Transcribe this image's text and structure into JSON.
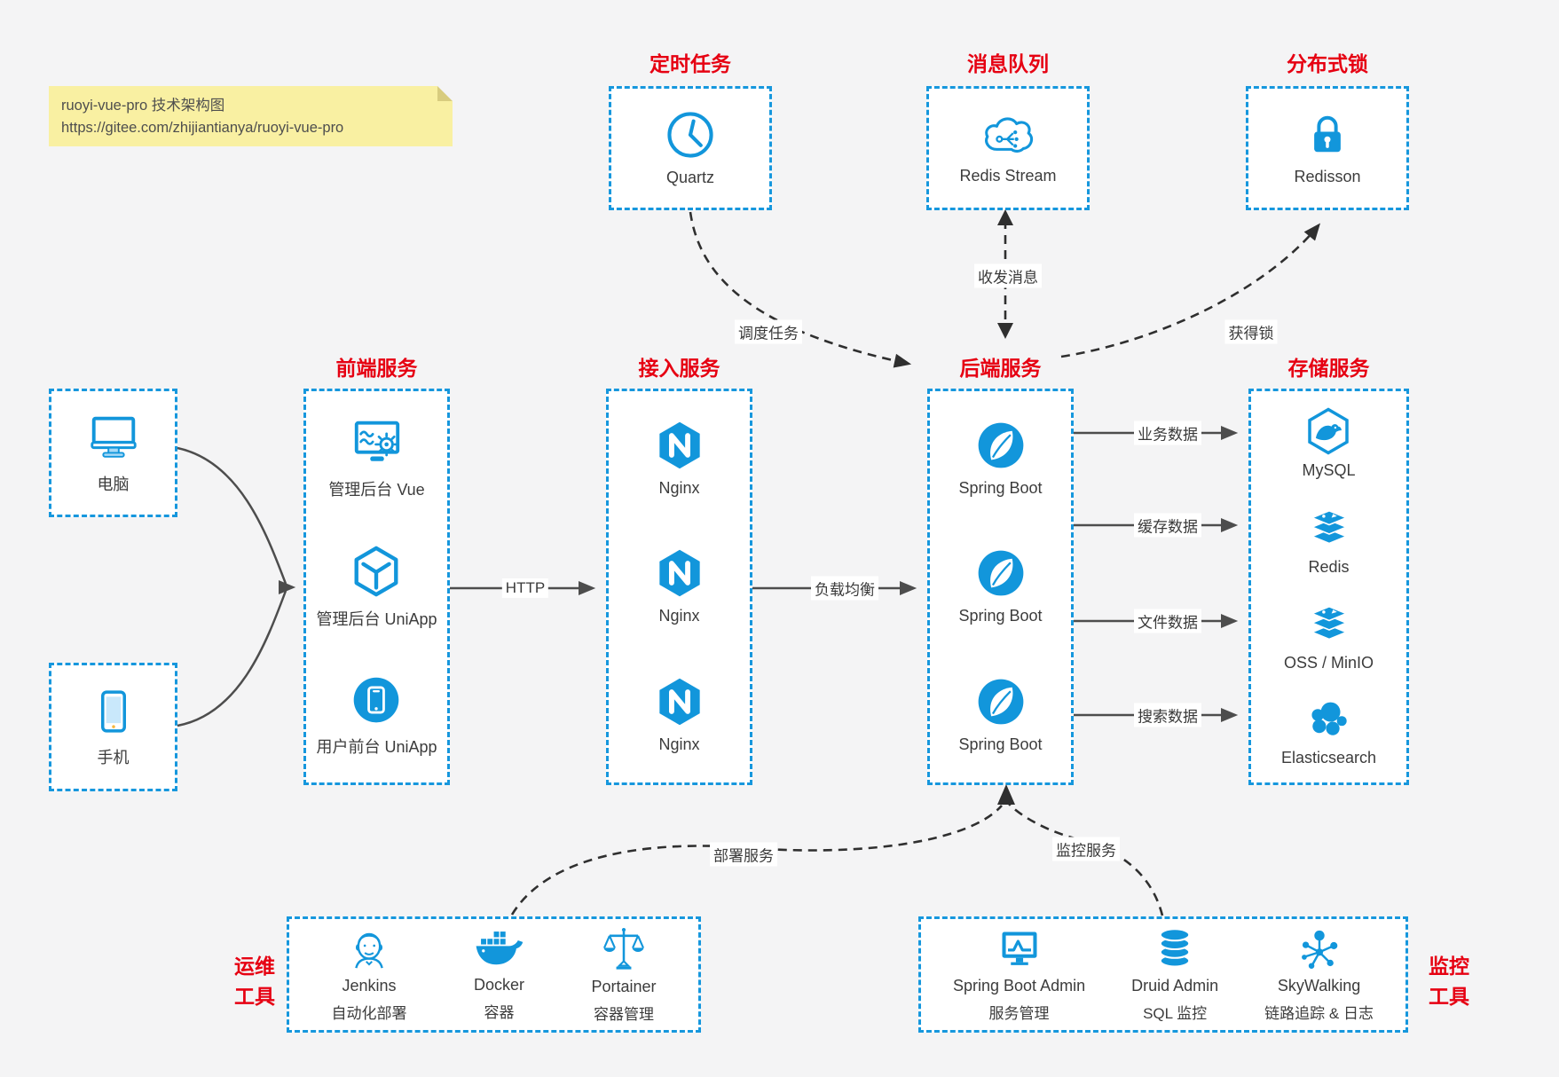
{
  "colors": {
    "blue": "#1296db",
    "red": "#e60012",
    "text": "#3c3c3c",
    "solid_arrow": "#4d4d4d",
    "dashed_arrow": "#2f2f2f",
    "note_bg": "#f9f0a2",
    "page_bg": "#f4f4f5",
    "box_border": "#1697dd"
  },
  "note": {
    "line1": "ruoyi-vue-pro 技术架构图",
    "line2": "https://gitee.com/zhijiantianya/ruoyi-vue-pro"
  },
  "top_groups": [
    {
      "title": "定时任务",
      "item": {
        "label": "Quartz",
        "icon": "clock-icon"
      }
    },
    {
      "title": "消息队列",
      "item": {
        "label": "Redis Stream",
        "icon": "cloud-stream-icon"
      }
    },
    {
      "title": "分布式锁",
      "item": {
        "label": "Redisson",
        "icon": "lock-icon"
      }
    }
  ],
  "clients": [
    {
      "label": "电脑",
      "icon": "desktop-icon"
    },
    {
      "label": "手机",
      "icon": "mobile-icon"
    }
  ],
  "columns": [
    {
      "title": "前端服务",
      "items": [
        {
          "label": "管理后台 Vue",
          "icon": "admin-vue-icon"
        },
        {
          "label": "管理后台 UniApp",
          "icon": "uniapp-cube-icon"
        },
        {
          "label": "用户前台 UniApp",
          "icon": "user-uniapp-icon"
        }
      ]
    },
    {
      "title": "接入服务",
      "items": [
        {
          "label": "Nginx",
          "icon": "nginx-icon"
        },
        {
          "label": "Nginx",
          "icon": "nginx-icon"
        },
        {
          "label": "Nginx",
          "icon": "nginx-icon"
        }
      ]
    },
    {
      "title": "后端服务",
      "items": [
        {
          "label": "Spring Boot",
          "icon": "spring-boot-icon"
        },
        {
          "label": "Spring Boot",
          "icon": "spring-boot-icon"
        },
        {
          "label": "Spring Boot",
          "icon": "spring-boot-icon"
        }
      ]
    },
    {
      "title": "存储服务",
      "items": [
        {
          "label": "MySQL",
          "icon": "mysql-icon"
        },
        {
          "label": "Redis",
          "icon": "redis-icon"
        },
        {
          "label": "OSS / MinIO",
          "icon": "oss-minio-icon"
        },
        {
          "label": "Elasticsearch",
          "icon": "elasticsearch-icon"
        }
      ]
    }
  ],
  "bottom_groups": [
    {
      "side_label": [
        "运维",
        "工具"
      ],
      "items": [
        {
          "name": "Jenkins",
          "desc": "自动化部署",
          "icon": "jenkins-icon"
        },
        {
          "name": "Docker",
          "desc": "容器",
          "icon": "docker-icon"
        },
        {
          "name": "Portainer",
          "desc": "容器管理",
          "icon": "portainer-icon"
        }
      ]
    },
    {
      "side_label": [
        "监控",
        "工具"
      ],
      "items": [
        {
          "name": "Spring Boot Admin",
          "desc": "服务管理",
          "icon": "spring-boot-admin-icon"
        },
        {
          "name": "Druid Admin",
          "desc": "SQL 监控",
          "icon": "druid-icon"
        },
        {
          "name": "SkyWalking",
          "desc": "链路追踪 & 日志",
          "icon": "skywalking-icon"
        }
      ]
    }
  ],
  "edge_labels": {
    "http": "HTTP",
    "load_balance": "负载均衡",
    "business": "业务数据",
    "cache": "缓存数据",
    "file": "文件数据",
    "search": "搜索数据",
    "schedule": "调度任务",
    "message": "收发消息",
    "lock": "获得锁",
    "deploy": "部署服务",
    "monitor": "监控服务"
  }
}
